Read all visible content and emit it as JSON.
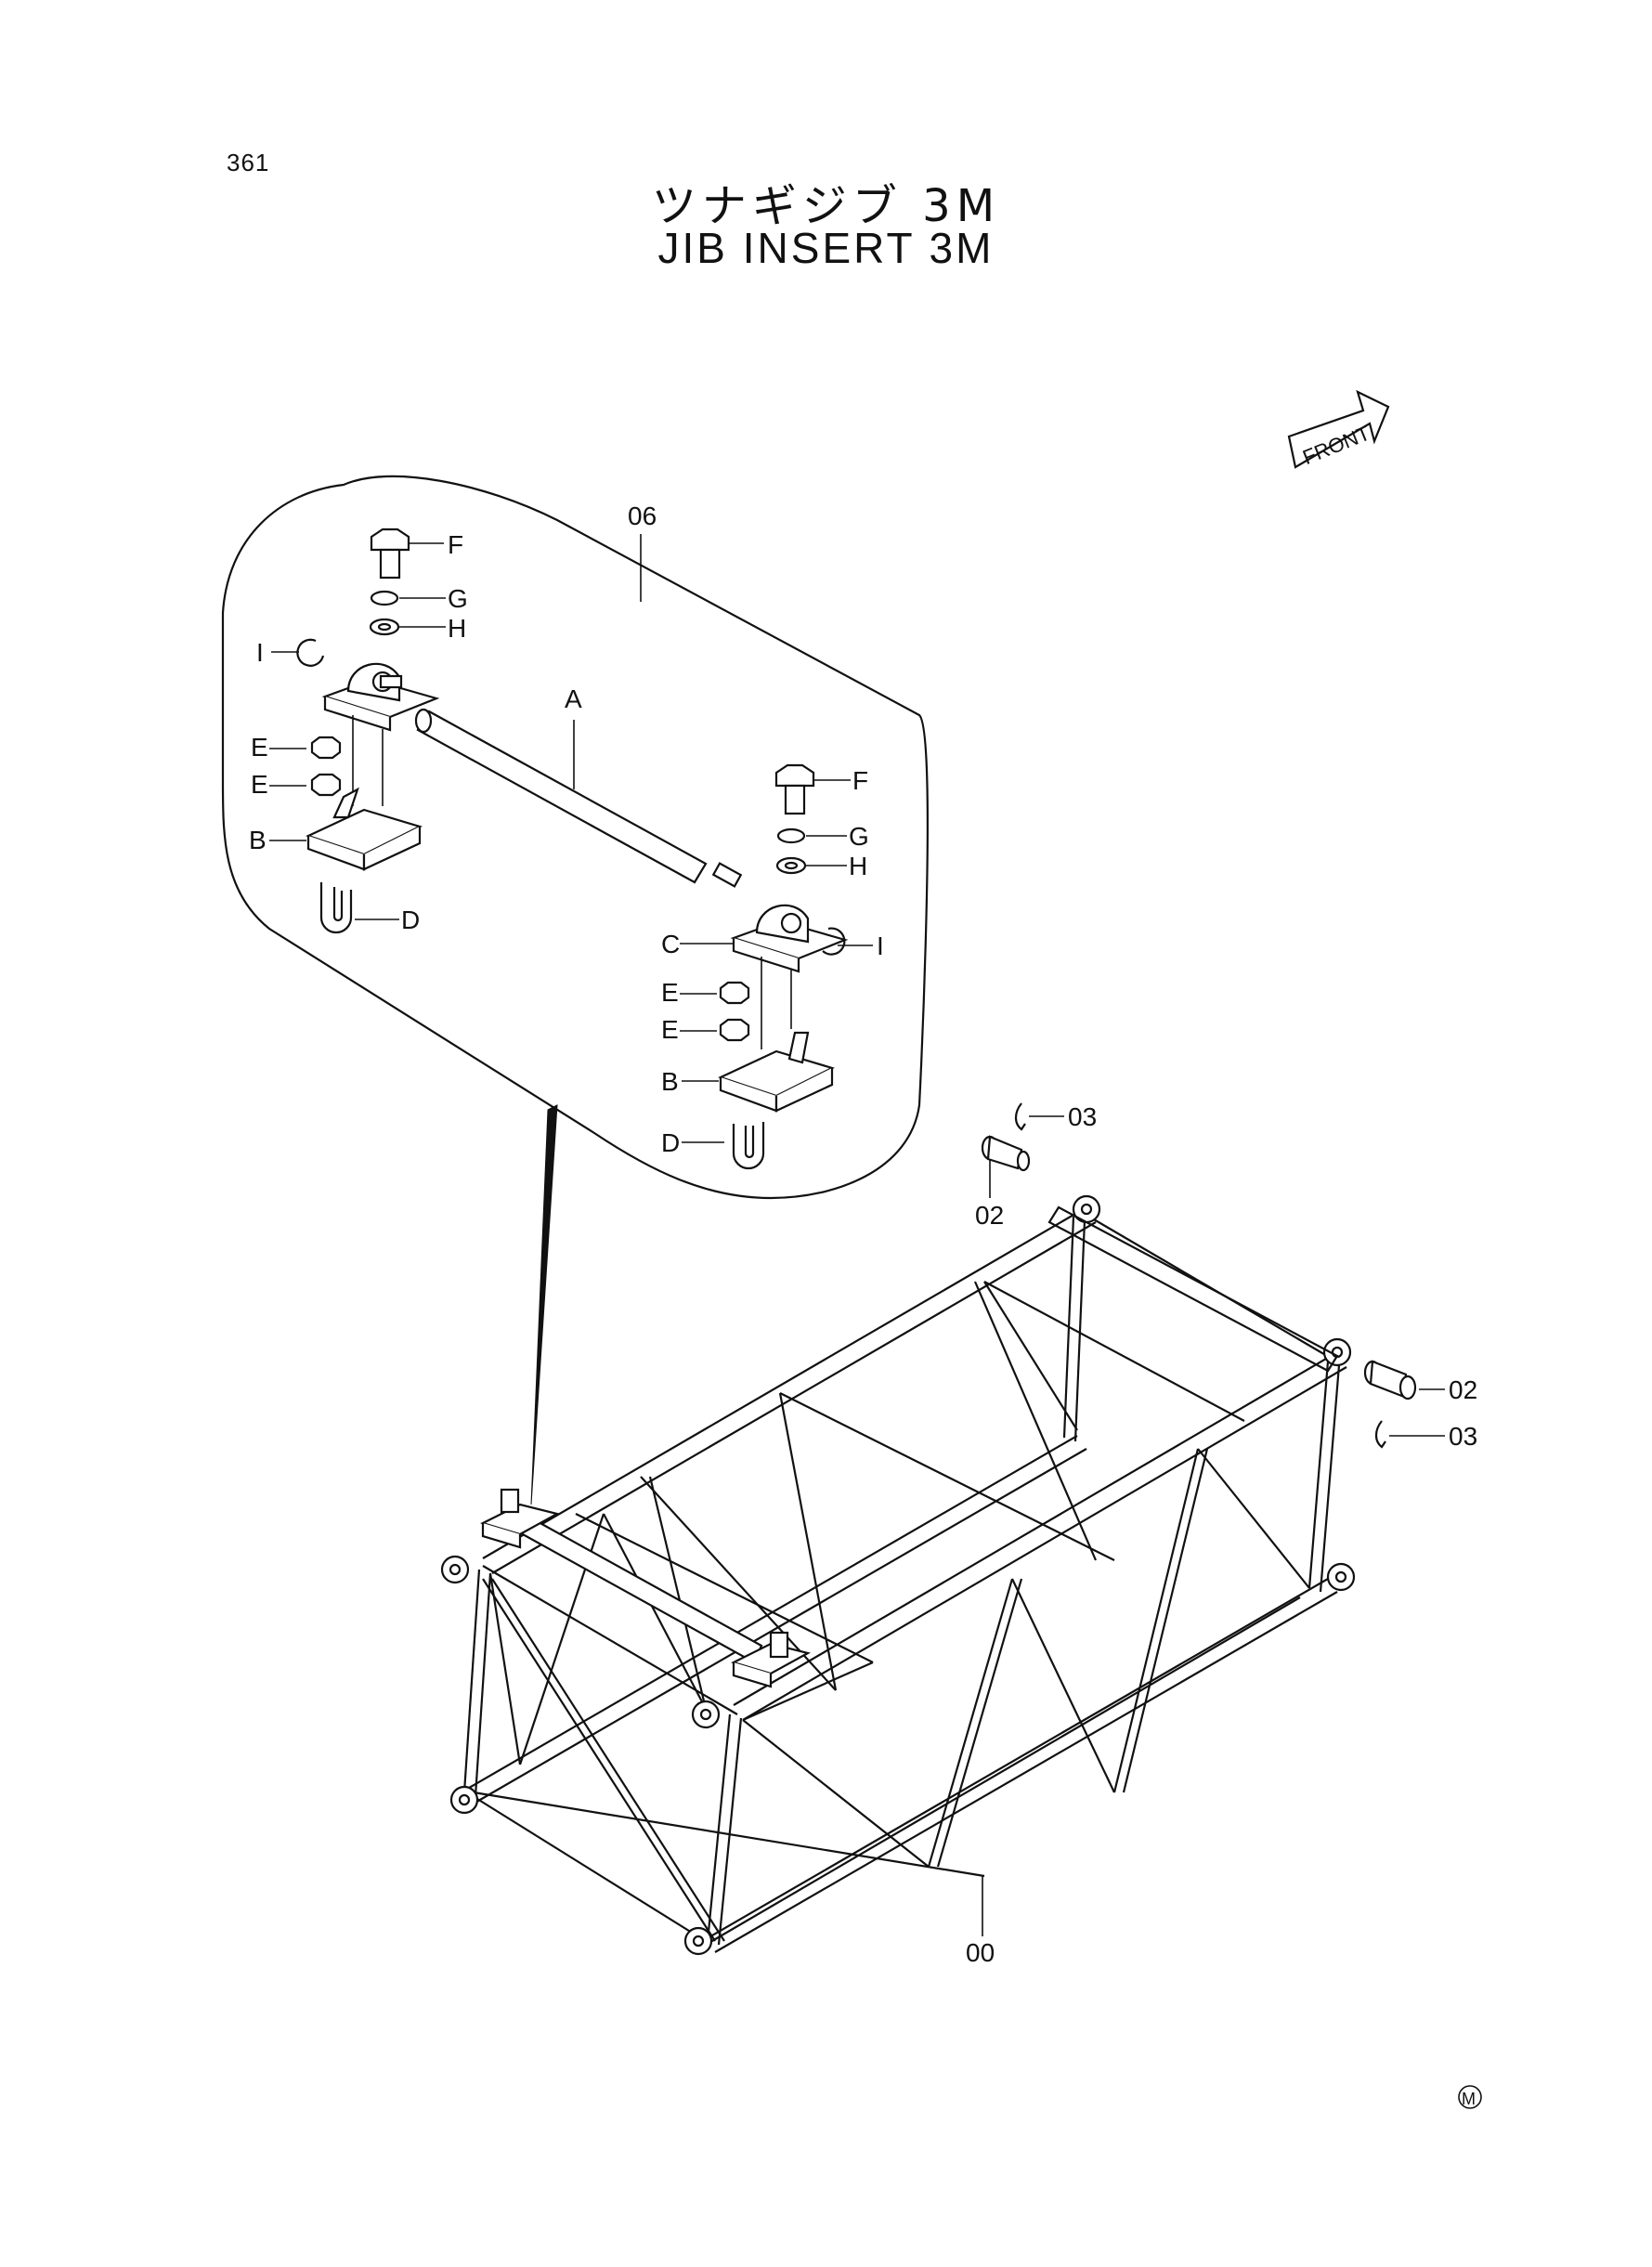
{
  "page_number": "361",
  "title_jp": "ツナギジブ 3M",
  "title_en": "JIB INSERT 3M",
  "front_label": "FRONT",
  "callouts": {
    "detail_group": "06",
    "shaft": "A",
    "bracket": "B",
    "bearing": "C",
    "u_bolt": "D",
    "nut": "E",
    "bolt": "F",
    "spring_washer": "G",
    "washer": "H",
    "snap_ring": "I",
    "frame": "00",
    "pin": "02",
    "clip": "03"
  },
  "maker_mark": "M"
}
